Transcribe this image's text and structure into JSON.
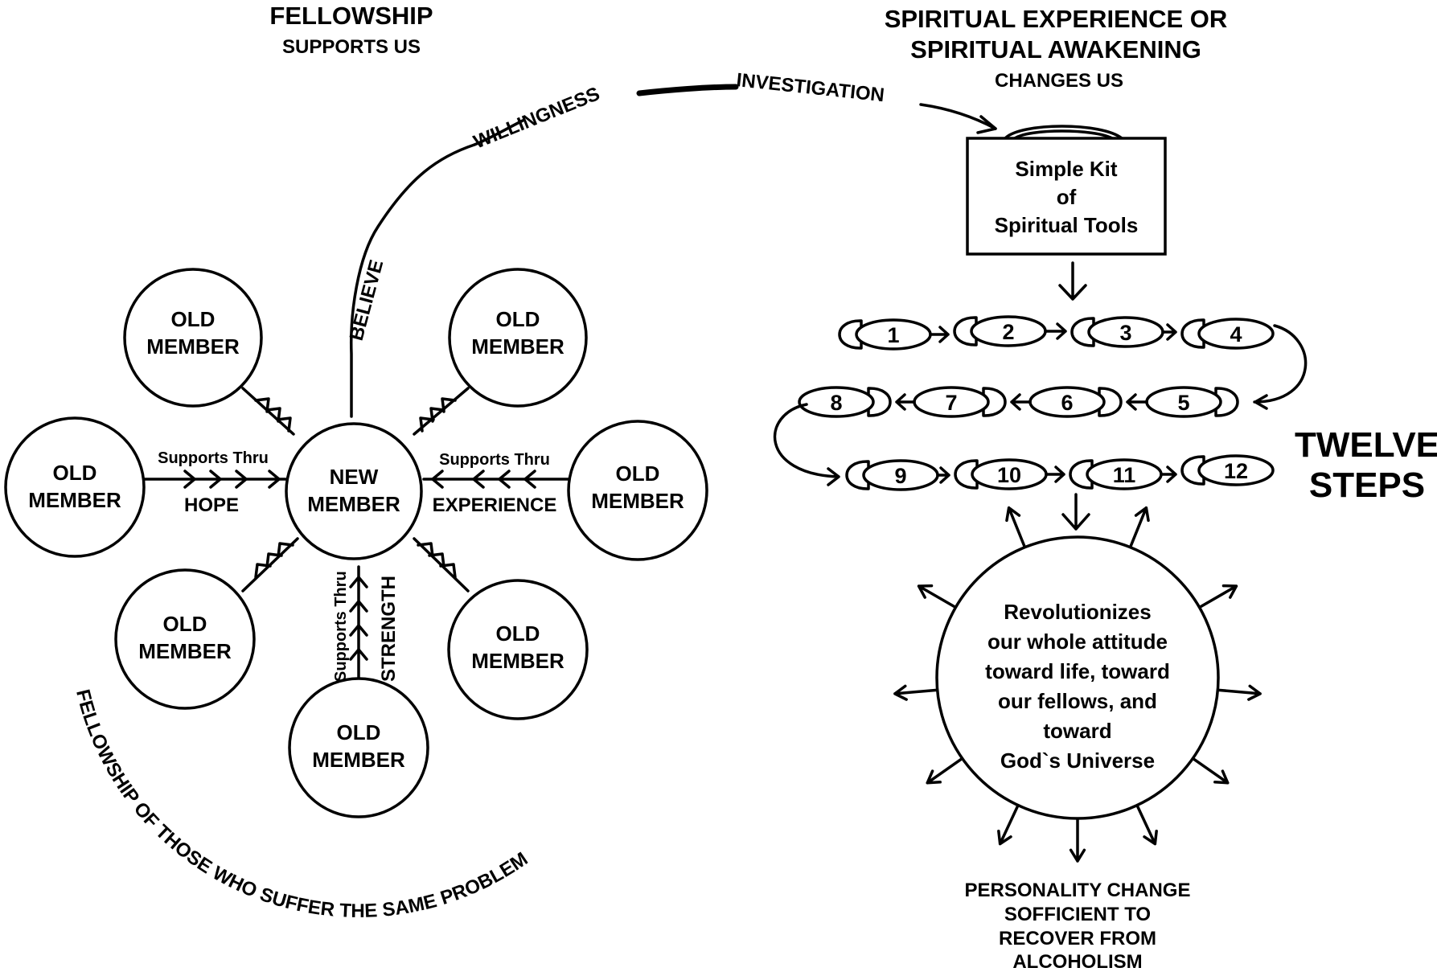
{
  "left_header": {
    "title": "FELLOWSHIP",
    "subtitle": "SUPPORTS US"
  },
  "right_header": {
    "line1": "SPIRITUAL EXPERIENCE OR",
    "line2": "SPIRITUAL AWAKENING",
    "subtitle": "CHANGES US"
  },
  "path_labels": {
    "believe": "BELIEVE",
    "willingness": "WILLINGNESS",
    "investigation": "INVESTIGATION"
  },
  "kit": {
    "line1": "Simple Kit",
    "line2": "of",
    "line3": "Spiritual Tools"
  },
  "new_member": {
    "line1": "NEW",
    "line2": "MEMBER"
  },
  "old_member": {
    "line1": "OLD",
    "line2": "MEMBER"
  },
  "supports": {
    "left_top": "Supports Thru",
    "left_bottom": "HOPE",
    "right_top": "Supports Thru",
    "right_bottom": "EXPERIENCE",
    "bottom_left": "Supports Thru",
    "bottom_right": "STRENGTH"
  },
  "fellowship_arc": "FELLOWSHIP OF THOSE WHO SUFFER THE SAME PROBLEM",
  "steps": [
    "1",
    "2",
    "3",
    "4",
    "5",
    "6",
    "7",
    "8",
    "9",
    "10",
    "11",
    "12"
  ],
  "twelve_steps": {
    "line1": "TWELVE",
    "line2": "STEPS"
  },
  "result_circle": [
    "Revolutionizes",
    "our whole attitude",
    "toward life, toward",
    "our fellows, and",
    "toward",
    "God`s Universe"
  ],
  "conclusion": [
    "PERSONALITY CHANGE",
    "SOFFICIENT TO",
    "RECOVER FROM",
    "ALCOHOLISM"
  ]
}
